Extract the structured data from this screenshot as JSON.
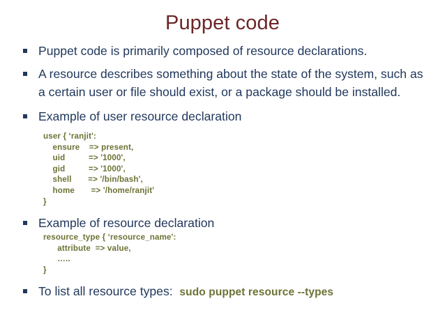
{
  "slide": {
    "title": "Puppet code",
    "accent_title_color": "#6b2628",
    "body_text_color": "#21385c",
    "code_color": "#6d7235",
    "background_color": "#ffffff",
    "bullets": [
      {
        "text": "Puppet code is primarily composed of resource declarations."
      },
      {
        "text": "A resource describes something about the state of the system, such as a certain user or file should exist, or a package should be installed."
      },
      {
        "text": "Example of user resource declaration"
      },
      {
        "text": "Example of resource declaration"
      },
      {
        "text": "To list all resource types:"
      }
    ],
    "code_blocks": [
      {
        "name": "user-resource-example",
        "content": "user { ‘ranjit':\n    ensure    => present,\n    uid          => '1000',\n    gid          => '1000',\n    shell       => '/bin/bash',\n    home       => '/home/ranjit'\n}"
      },
      {
        "name": "generic-resource-example",
        "content": "resource_type { ‘resource_name':\n      attribute  => value,\n      …..\n}"
      }
    ],
    "command": "sudo puppet resource  --types"
  }
}
